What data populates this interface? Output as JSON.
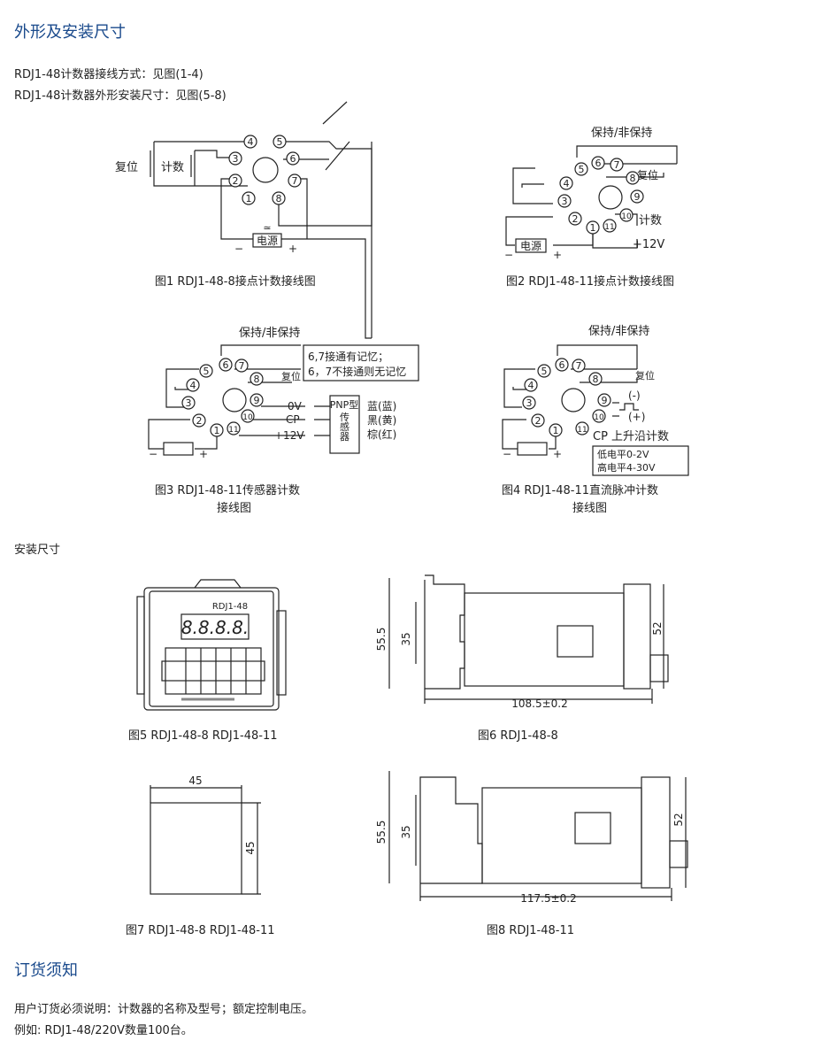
{
  "sections": {
    "dimensions_title": "外形及安装尺寸",
    "wiring_line": "RDJ1-48计数器接线方式：见图(1-4)",
    "outline_line": "RDJ1-48计数器外形安装尺寸：见图(5-8)",
    "install_title": "安装尺寸",
    "order_title": "订货须知",
    "order_line1": "用户订货必须说明：计数器的名称及型号；额定控制电压。",
    "order_line2": "例如: RDJ1-48/220V数量100台。"
  },
  "fig1": {
    "caption": "图1 RDJ1-48-8接点计数接线图",
    "reset": "复位",
    "count": "计数",
    "power": "电源",
    "ac": "≃",
    "minus": "−",
    "plus": "+",
    "pins": [
      "1",
      "2",
      "3",
      "4",
      "5",
      "6",
      "7",
      "8"
    ]
  },
  "fig2": {
    "caption": "图2 RDJ1-48-11接点计数接线图",
    "hold": "保持/非保持",
    "reset": "复位",
    "count": "计数",
    "v12": "+12V",
    "power": "电源",
    "minus": "−",
    "plus": "+",
    "pins": [
      "1",
      "2",
      "3",
      "4",
      "5",
      "6",
      "7",
      "8",
      "9",
      "10",
      "11"
    ]
  },
  "fig3": {
    "caption_l1": "图3 RDJ1-48-11传感器计数",
    "caption_l2": "接线图",
    "hold": "保持/非保持",
    "reset": "复位",
    "note1": "6,7接通有记忆；",
    "note2": "6，7不接通则无记忆",
    "ov": "0V",
    "cp": "CP",
    "v12": "+12V",
    "sensor_type": "PNP型",
    "sensor": "传感器",
    "wire_blue": "蓝(蓝)",
    "wire_black": "黑(黄)",
    "wire_brown": "棕(红)",
    "minus": "−",
    "plus": "+",
    "pins": [
      "1",
      "2",
      "3",
      "4",
      "5",
      "6",
      "7",
      "8",
      "9",
      "10",
      "11"
    ]
  },
  "fig4": {
    "caption_l1": "图4 RDJ1-48-11直流脉冲计数",
    "caption_l2": "接线图",
    "hold": "保持/非保持",
    "reset": "复位",
    "neg": "(-)",
    "pos": "(+)",
    "cp_rising": "CP  上升沿计数",
    "low": "低电平0-2V",
    "high": "高电平4-30V",
    "minus": "−",
    "plus": "+",
    "pins": [
      "1",
      "2",
      "3",
      "4",
      "5",
      "6",
      "7",
      "8",
      "9",
      "10",
      "11"
    ]
  },
  "fig5": {
    "caption": "图5 RDJ1-48-8   RDJ1-48-11",
    "model": "RDJ1-48",
    "display": "8.8.8.8."
  },
  "fig6": {
    "caption": "图6 RDJ1-48-8",
    "length": "108.5±0.2",
    "h1": "55.5",
    "h2": "35",
    "h3": "52"
  },
  "fig7": {
    "caption": "图7 RDJ1-48-8   RDJ1-48-11",
    "w": "45",
    "h": "45"
  },
  "fig8": {
    "caption": "图8 RDJ1-48-11",
    "length": "117.5±0.2",
    "h1": "55.5",
    "h2": "35",
    "h3": "52"
  }
}
